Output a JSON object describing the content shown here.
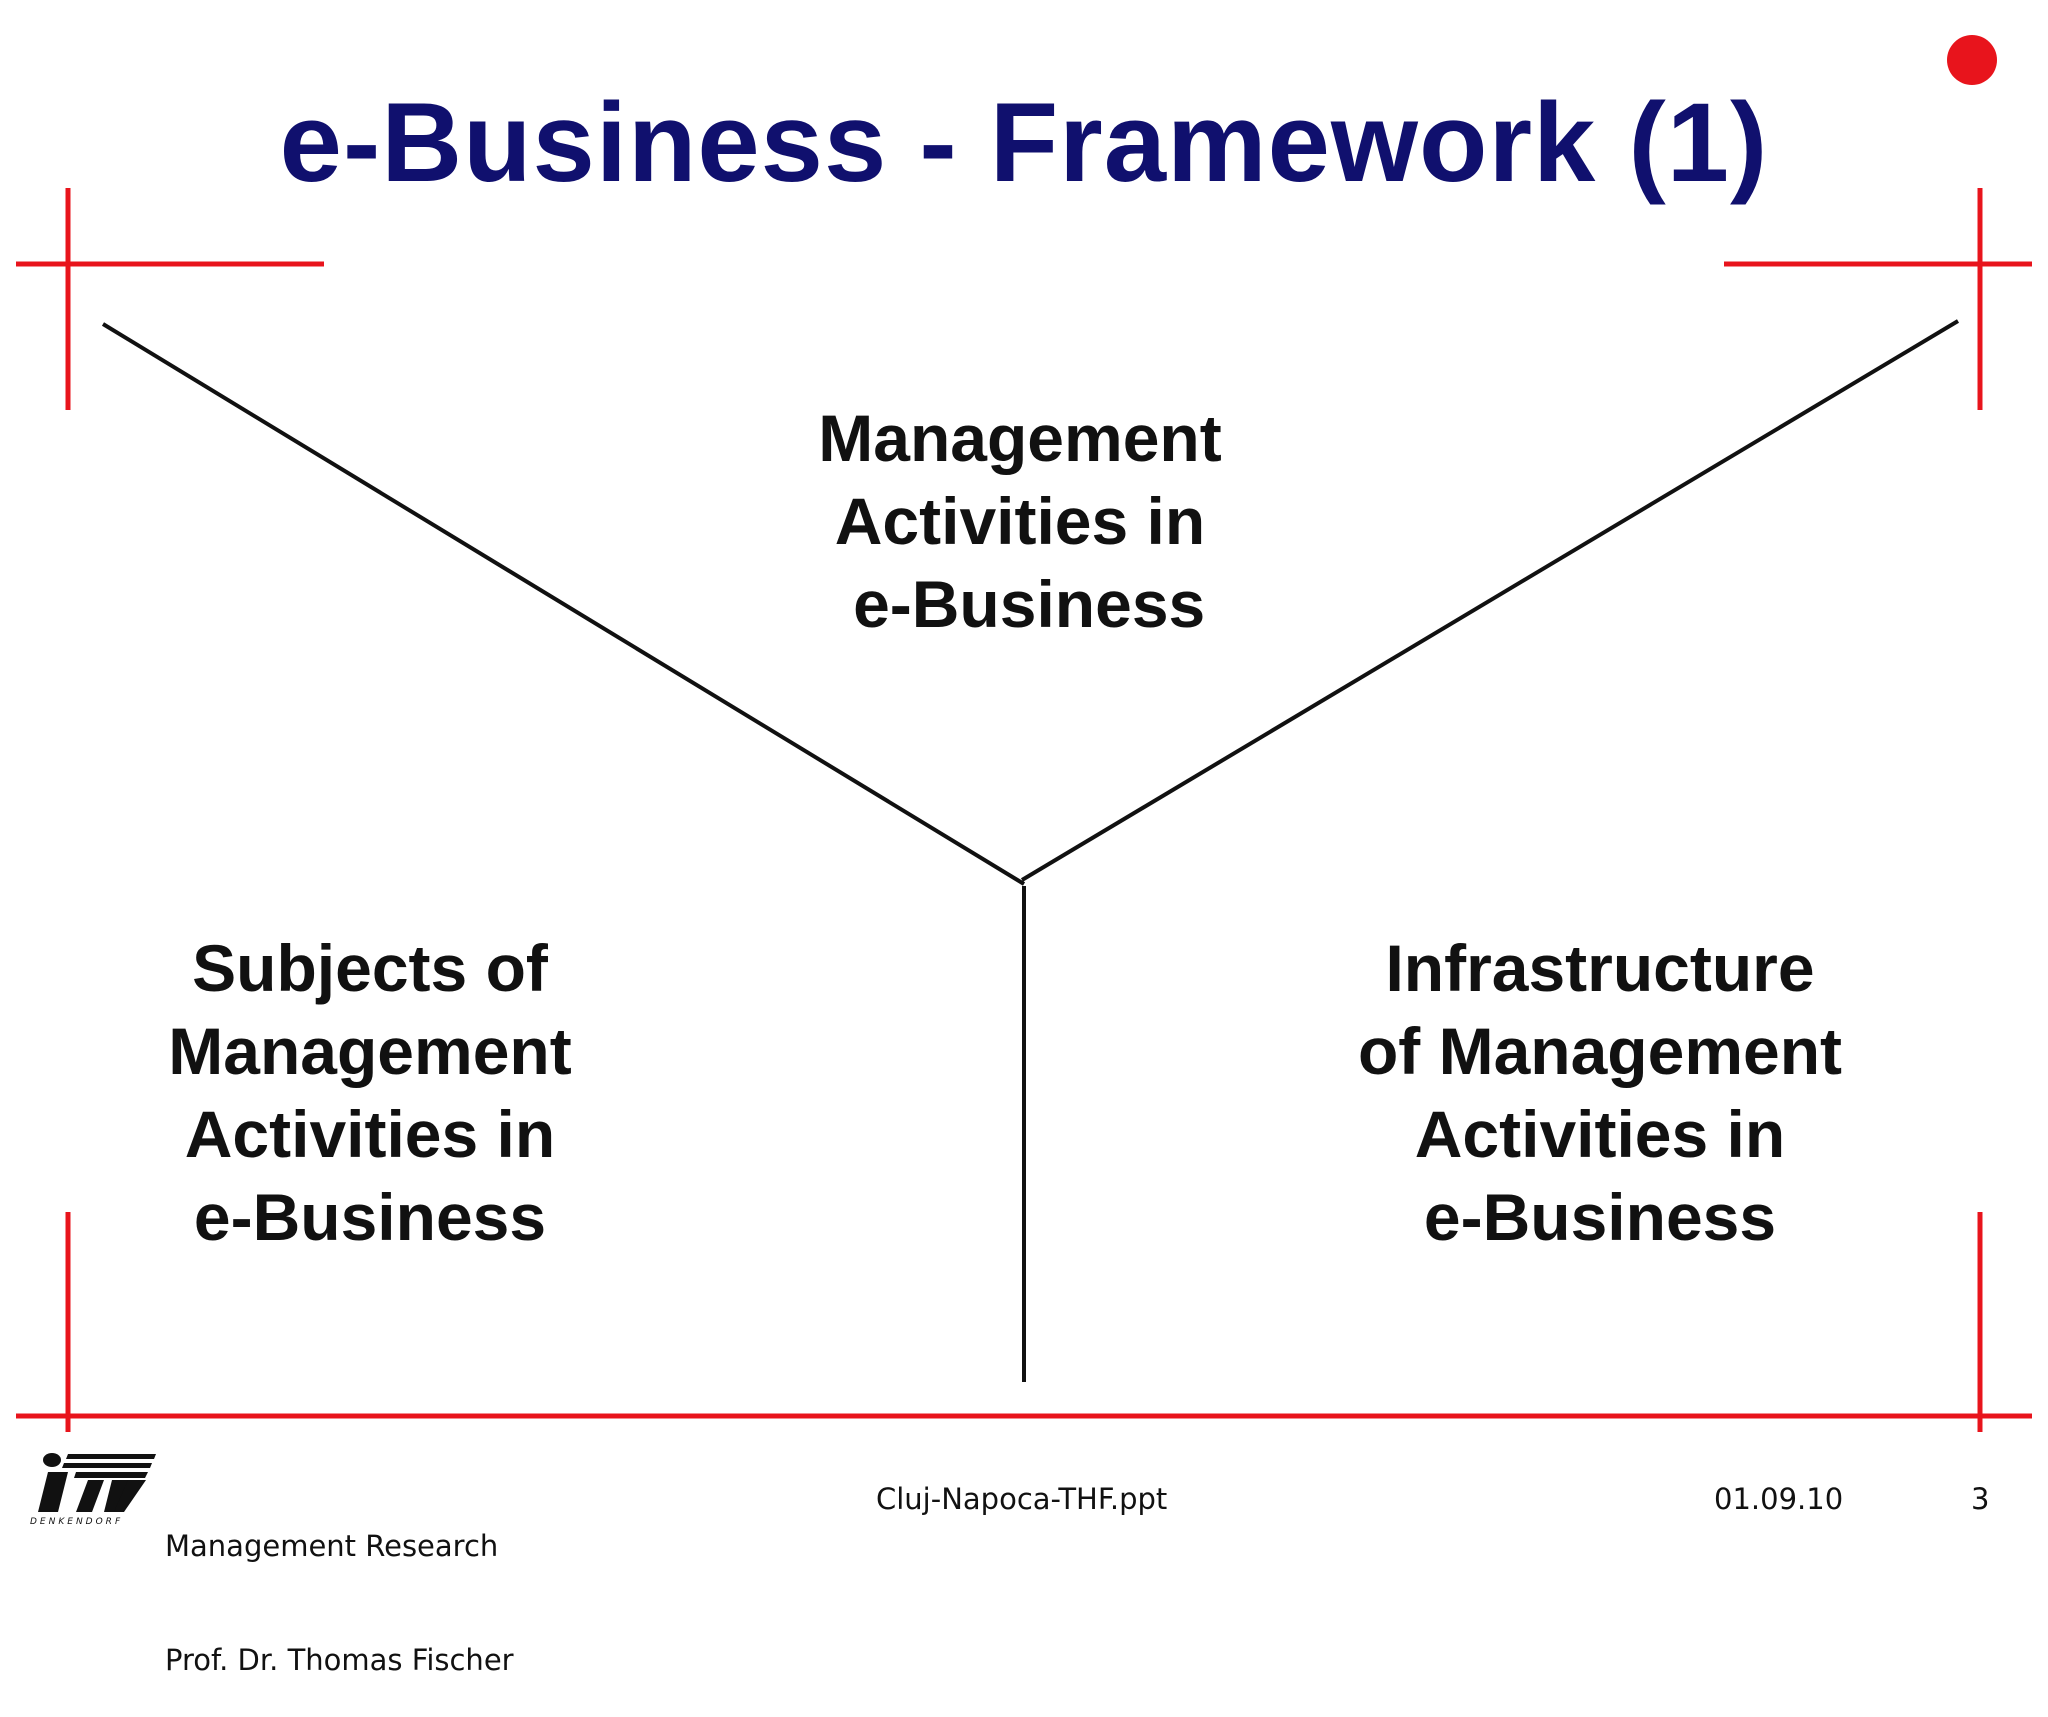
{
  "slide": {
    "title": "e-Business - Framework (1)",
    "top_block": [
      "Management",
      "Activities in",
      " e-Business"
    ],
    "left_block": [
      "Subjects of",
      "Management",
      "Activities in",
      "e-Business"
    ],
    "right_block": [
      "Infrastructure",
      "of Management",
      "Activities in",
      "e-Business"
    ]
  },
  "footer": {
    "org_line1": "Management Research",
    "org_line2": "Prof. Dr. Thomas Fischer",
    "file": "Cluj-Napoca-THF.ppt",
    "date": "01.09.10",
    "page": "3",
    "logo_text": "DENKENDORF"
  },
  "colors": {
    "title": "#10106e",
    "frame": "#e8141c",
    "lines": "#111111"
  }
}
